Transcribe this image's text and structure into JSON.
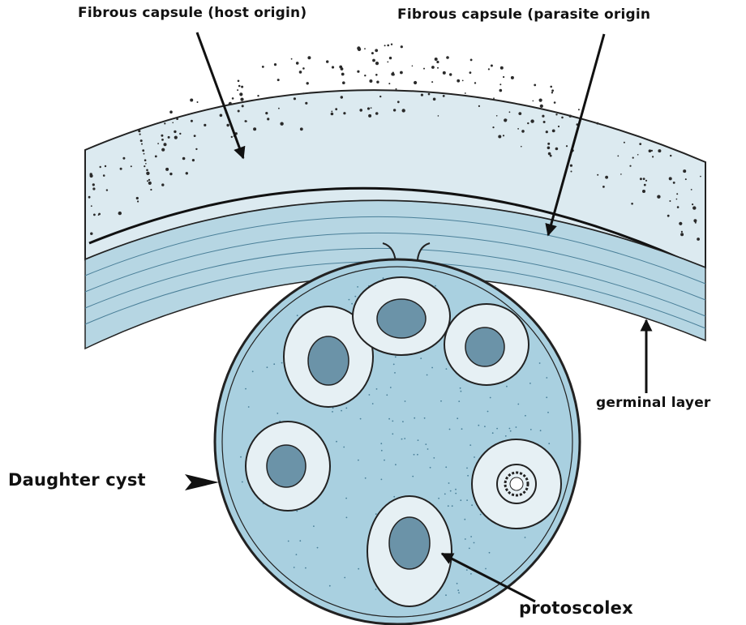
{
  "diagram": {
    "labels": {
      "fibrous_capsule_host": "Fibrous capsule (host origin)",
      "fibrous_capsule_parasite": "Fibrous capsule (parasite origin",
      "germinal_layer": "germinal layer",
      "daughter_cyst": "Daughter cyst",
      "protoscolex": "protoscolex"
    },
    "colors": {
      "cyst_fluid": "#a9d0e0",
      "capsule_fill": "#dceaf0",
      "laminated_layer": "#8fbdd1",
      "ink": "#1a1a1a"
    }
  }
}
